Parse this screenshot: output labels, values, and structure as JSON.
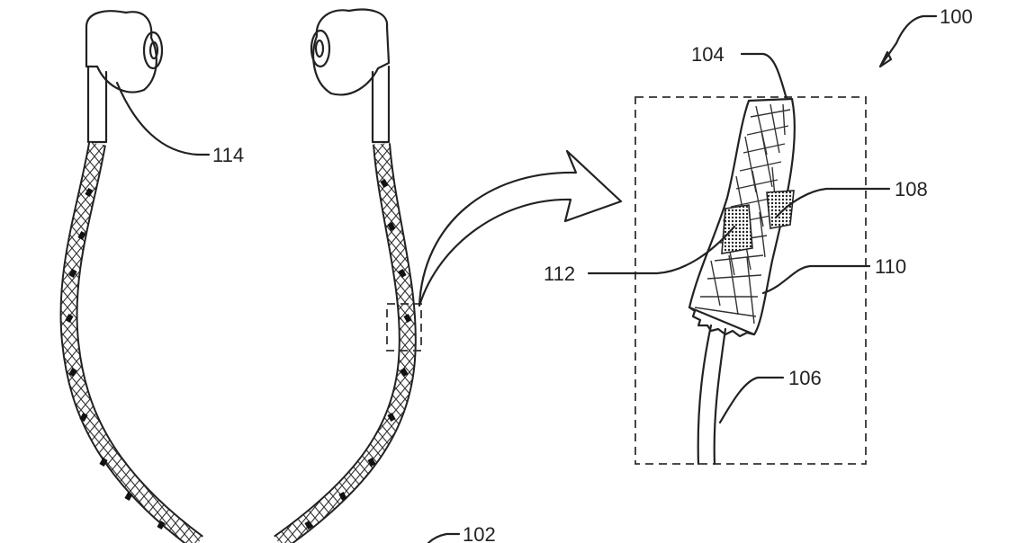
{
  "figure": {
    "reference_numerals": {
      "assembly": "100",
      "cable": "102",
      "braided_jacket": "104",
      "wire": "106",
      "marker_strand": "108",
      "frayed_end": "110",
      "dark_strand": "112",
      "earbud": "114"
    }
  }
}
